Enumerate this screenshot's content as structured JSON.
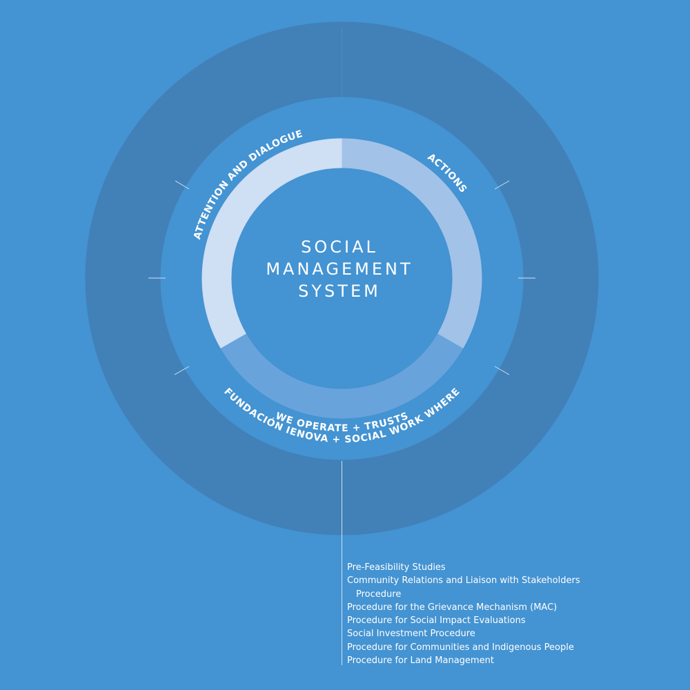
{
  "colors": {
    "background": "#4493d2",
    "outer_ring": "#4280b8",
    "segment_attention": "#cfdff4",
    "segment_actions": "#a2c2e8",
    "segment_fundacion": "#69a3dc",
    "center": "#4493d2",
    "lines": "#cfe2f5"
  },
  "center_title": {
    "line1": "SOCIAL",
    "line2": "MANAGEMENT",
    "line3": "SYSTEM"
  },
  "segments": {
    "attention": "ATTENTION AND DIALOGUE",
    "actions": "ACTIONS",
    "fundacion_line1": "FUNDACIÓN IENOVA + SOCIAL WORK WHERE",
    "fundacion_line2": "WE OPERATE + TRUSTS"
  },
  "procedures": [
    "Pre-Feasibility Studies",
    "Community Relations and Liaison with Stakeholders",
    "Procedure",
    "Procedure for the Grievance Mechanism (MAC)",
    "Procedure for Social Impact Evaluations",
    "Social Investment Procedure",
    "Procedure for Communities and Indigenous People",
    "Procedure for Land Management"
  ]
}
